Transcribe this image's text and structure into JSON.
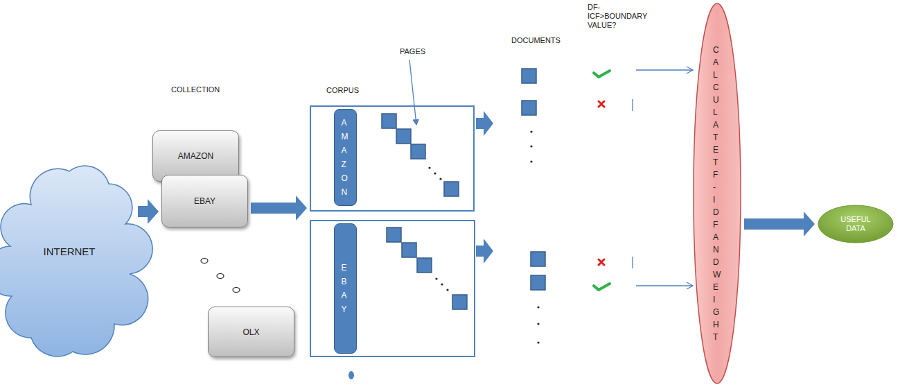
{
  "diagram": {
    "nodes": [
      {
        "text": [
          "INTERNET"
        ]
      },
      {
        "text": [
          "AMAZON"
        ]
      },
      {
        "text": [
          "EBAY"
        ]
      },
      {
        "text": [
          "OLX"
        ]
      },
      {
        "text": [
          "CORPUS"
        ]
      },
      {
        "text": [
          "AMAZON"
        ],
        "in": 4
      },
      {
        "text": [
          "EBAY"
        ]
      },
      {
        "text": [
          "CALCULATE TF-IDF AND WEIGHT"
        ]
      },
      {
        "text": [
          "USEFUL DATA"
        ]
      }
    ],
    "edges": [
      {
        "from": 0,
        "to": 2,
        "arrow": "to"
      },
      {
        "from": 2,
        "to": 4,
        "arrow": "to"
      },
      {
        "from": 7,
        "to": 8,
        "arrow": "to"
      }
    ],
    "labels": [
      "COLLECTION",
      "PAGES",
      "DOCUMENTS",
      "DF- ICF>BOUNDARY VALUE?"
    ]
  }
}
